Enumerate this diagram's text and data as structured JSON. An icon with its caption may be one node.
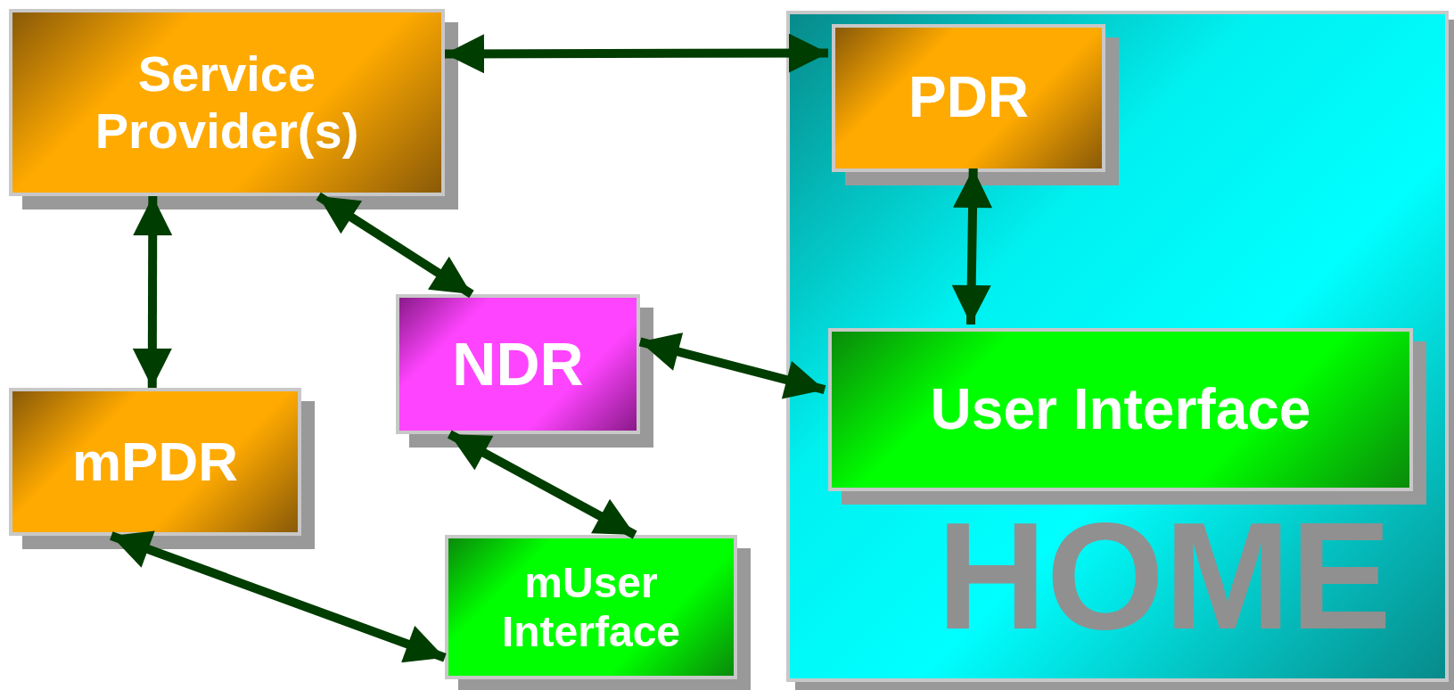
{
  "diagram": {
    "nodes": [
      {
        "text": [
          "Service Provider(s)"
        ]
      },
      {
        "text": [
          "HOME"
        ]
      },
      {
        "text": [
          "PDR"
        ],
        "in": 1
      },
      {
        "text": [
          "NDR"
        ]
      },
      {
        "text": [
          "User Interface"
        ],
        "in": 1
      },
      {
        "text": [
          "mPDR"
        ]
      },
      {
        "text": [
          "mUser Interface"
        ]
      }
    ],
    "edges": [
      {
        "from": 0,
        "to": 2,
        "arrow": "both"
      },
      {
        "from": 0,
        "to": 5,
        "arrow": "both"
      },
      {
        "from": 0,
        "to": 3,
        "arrow": "both"
      },
      {
        "from": 2,
        "to": 4,
        "arrow": "both"
      },
      {
        "from": 3,
        "to": 4,
        "arrow": "both"
      },
      {
        "from": 3,
        "to": 6,
        "arrow": "both"
      },
      {
        "from": 5,
        "to": 6,
        "arrow": "both"
      }
    ]
  }
}
